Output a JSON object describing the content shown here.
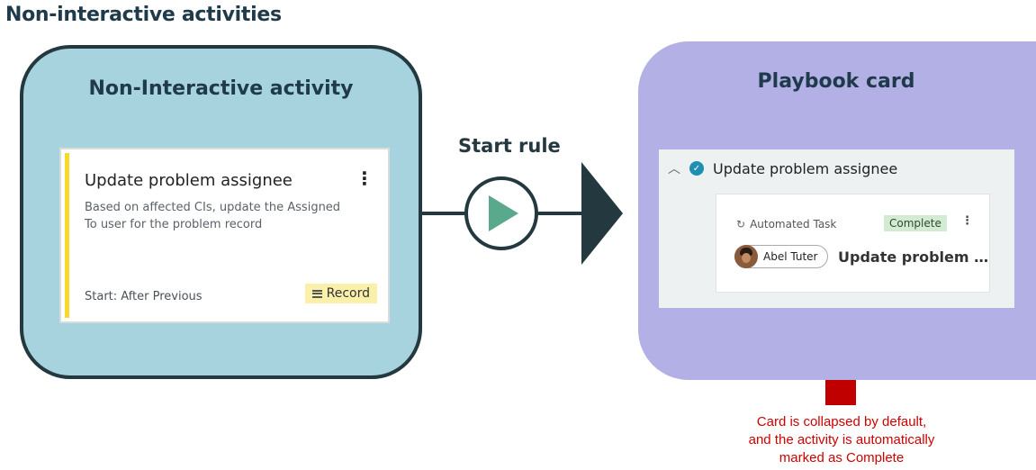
{
  "page": {
    "title": "Non-interactive activities"
  },
  "left_panel": {
    "title": "Non-Interactive activity",
    "card": {
      "title": "Update problem assignee",
      "description": "Based on affected CIs, update the Assigned To user for the problem record",
      "start": "Start: After Previous",
      "record_button": "Record",
      "accent_color": "#f4db2a"
    }
  },
  "connector": {
    "label": "Start rule",
    "icon": "play-icon",
    "color": "#5aa98c"
  },
  "right_panel": {
    "title": "Playbook card",
    "card": {
      "header_title": "Update problem assignee",
      "task_type": "Automated Task",
      "status": "Complete",
      "assignee": "Abel Tuter",
      "task_title": "Update problem …"
    }
  },
  "annotation": {
    "lines": [
      "Card is collapsed by default,",
      "and the activity is automatically",
      "marked as Complete"
    ],
    "color": "#d00000"
  }
}
